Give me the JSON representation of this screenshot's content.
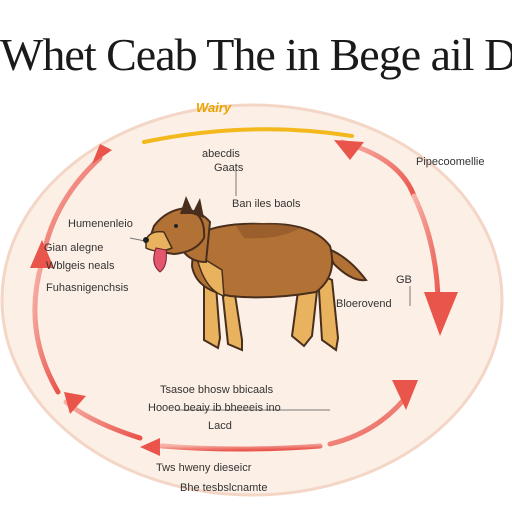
{
  "title": "Whet Ceab The in Bege ail De",
  "top_tag": "Wairy",
  "colors": {
    "circle_fill": "#fcefe6",
    "circle_stroke": "#f3d6c6",
    "arrow": "#e9544b",
    "accent": "#f2b81c",
    "dog_body": "#b27236",
    "dog_dark": "#4a2e1c",
    "dog_light": "#e9b25e"
  },
  "labels": {
    "top_center": [
      "abecdis",
      "Gaats"
    ],
    "top_right": "Pipecoomellie",
    "near_dog": "Ban iles baols",
    "left": [
      "Humenenleio",
      "Gian alegne",
      "Wblgeis neals",
      "Fuhasnigenchsis"
    ],
    "right_small": "GB",
    "right_line": "Bloerovend",
    "bottom_center": [
      "Tsasoe bhosw bbicaals",
      "Hooeo beaiy ib bheeeis ino",
      "Lacd"
    ],
    "bottom": [
      "Tws hweny dieseicr",
      "Bhe tesbslcnamte"
    ]
  },
  "icons": [
    "curved-arrow-icon",
    "dog-illustration"
  ]
}
